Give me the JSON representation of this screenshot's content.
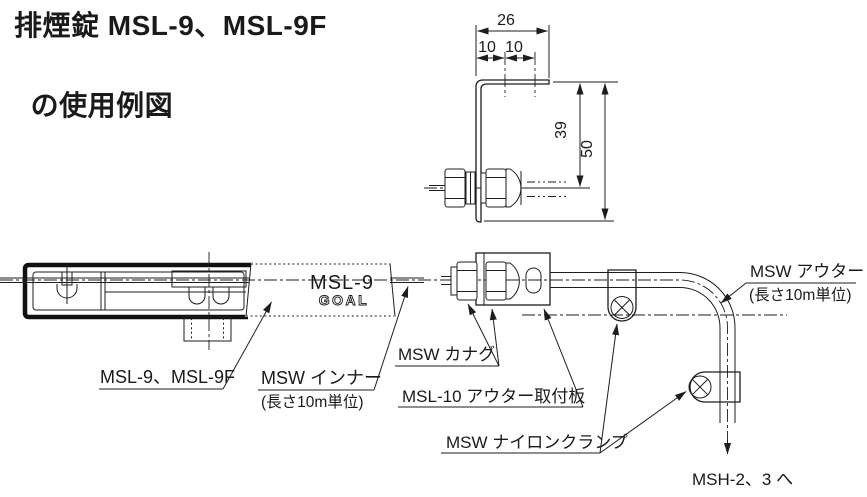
{
  "title": {
    "line1": "排煙錠 MSL-9、MSL-9F",
    "line2": "の使用例図"
  },
  "bracket_dims": {
    "total_width": "26",
    "hole_pitch_left": "10",
    "hole_pitch_right": "10",
    "cable_height": "39",
    "total_height": "50"
  },
  "lock_plate": {
    "model": "MSL-9",
    "brand": "GOAL"
  },
  "labels": {
    "lock_body": "MSL-9、MSL-9F",
    "inner_cable": "MSW インナー",
    "inner_cable_note": "(長さ10m単位)",
    "fitting": "MSW カナグ",
    "outer_mount_plate": "MSL-10 アウター取付板",
    "nylon_clamp": "MSW ナイロンクランプ",
    "outer_cable": "MSW アウター",
    "outer_cable_note": "(長さ10m単位)",
    "to_msh": "MSH-2、3 へ"
  },
  "colors": {
    "line": "#1d1d1d",
    "text": "#1a1a1a",
    "background": "#ffffff"
  }
}
